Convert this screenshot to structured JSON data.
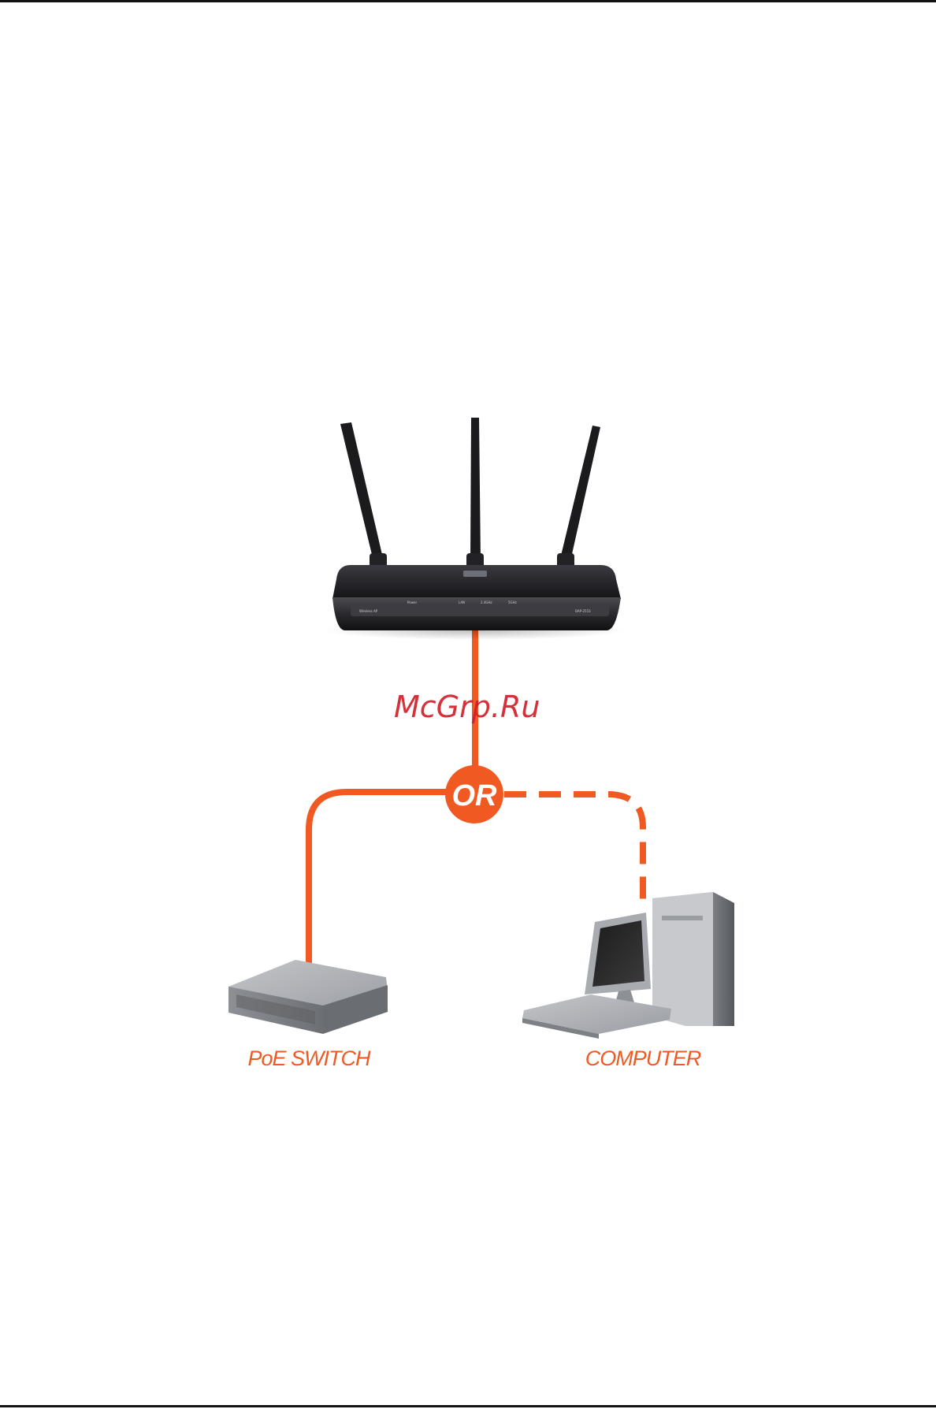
{
  "watermark": "McGrp.Ru",
  "connector": {
    "label": "OR"
  },
  "devices": {
    "switch_label": "PoE SWITCH",
    "computer_label": "COMPUTER"
  },
  "router_panel": {
    "left_text": "Wireless AP",
    "model_text": "DAP-2553",
    "indicators": [
      "Power",
      "LAN",
      "2.4GHz",
      "5GHz"
    ]
  },
  "colors": {
    "accent": "#f05a22",
    "watermark": "#d2202a",
    "router_body": "#1e1e22",
    "device_gray": "#8a8d92"
  },
  "icons": [
    "router-icon",
    "poe-switch-icon",
    "computer-icon"
  ]
}
